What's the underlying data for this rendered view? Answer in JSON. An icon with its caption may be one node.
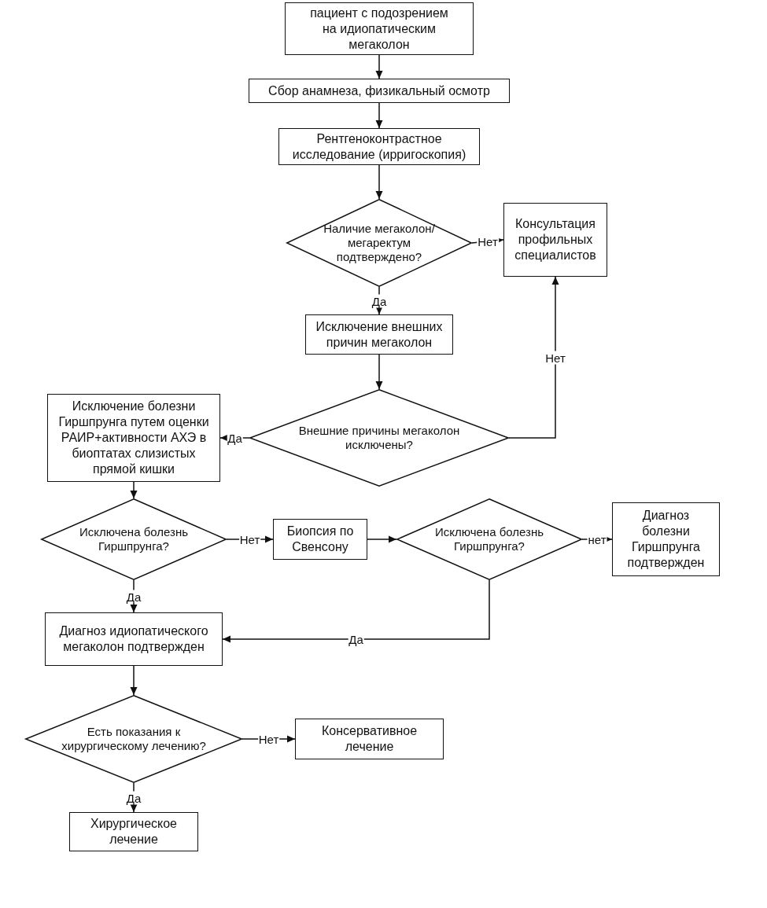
{
  "diagram": {
    "nodes": [
      {
        "text": [
          "пациент с подозрением на идиопатическим мегаколон"
        ]
      },
      {
        "text": [
          "Сбор анамнеза, физикальный осмотр"
        ]
      },
      {
        "text": [
          "Рентгеноконтрастное исследование (ирригоскопия)"
        ]
      },
      {
        "text": [
          "Наличие мегаколон/мегаректум подтверждено?"
        ]
      },
      {
        "text": [
          "Консультация профильных специалистов"
        ]
      },
      {
        "text": [
          "Исключение внешних причин мегаколон"
        ]
      },
      {
        "text": [
          "Внешние причины мегаколон исключены?"
        ]
      },
      {
        "text": [
          "Исключение болезни Гиршпрунга путем оценки РАИР+активности АХЭ в биоптатах слизистых прямой кишки"
        ]
      },
      {
        "text": [
          "Исключена болезнь Гиршпрунга?"
        ]
      },
      {
        "text": [
          "Биопсия по Свенсону"
        ]
      },
      {
        "text": [
          "Исключена болезнь Гиршпрунга?"
        ]
      },
      {
        "text": [
          "Диагноз болезни Гиршпрунга подтвержден"
        ]
      },
      {
        "text": [
          "Диагноз идиопатического мегаколон подтвержден"
        ]
      },
      {
        "text": [
          "Есть показания к хирургическому лечению?"
        ]
      },
      {
        "text": [
          "Консервативное лечение"
        ]
      },
      {
        "text": [
          "Хирургическое лечение"
        ]
      }
    ],
    "edges": [
      {
        "from": 0,
        "to": 1,
        "arrow": "to"
      },
      {
        "from": 1,
        "to": 2,
        "arrow": "to"
      },
      {
        "from": 2,
        "to": 3,
        "arrow": "to"
      },
      {
        "from": 3,
        "to": 4,
        "arrow": "to",
        "label": "Нет"
      },
      {
        "from": 3,
        "to": 5,
        "arrow": "to",
        "label": "Да"
      },
      {
        "from": 5,
        "to": 6,
        "arrow": "to"
      },
      {
        "from": 6,
        "to": 4,
        "arrow": "to",
        "label": "Нет"
      },
      {
        "from": 6,
        "to": 7,
        "arrow": "to",
        "label": "Да"
      },
      {
        "from": 7,
        "to": 8,
        "arrow": "to"
      },
      {
        "from": 8,
        "to": 9,
        "arrow": "to",
        "label": "Нет"
      },
      {
        "from": 9,
        "to": 10,
        "arrow": "to"
      },
      {
        "from": 10,
        "to": 11,
        "arrow": "to",
        "label": "нет"
      },
      {
        "from": 10,
        "to": 12,
        "arrow": "to",
        "label": "Да"
      },
      {
        "from": 8,
        "to": 12,
        "arrow": "to",
        "label": "Да"
      },
      {
        "from": 12,
        "to": 13,
        "arrow": "to"
      },
      {
        "from": 13,
        "to": 14,
        "arrow": "to",
        "label": "Нет"
      },
      {
        "from": 13,
        "to": 15,
        "arrow": "to",
        "label": "Да"
      }
    ]
  }
}
